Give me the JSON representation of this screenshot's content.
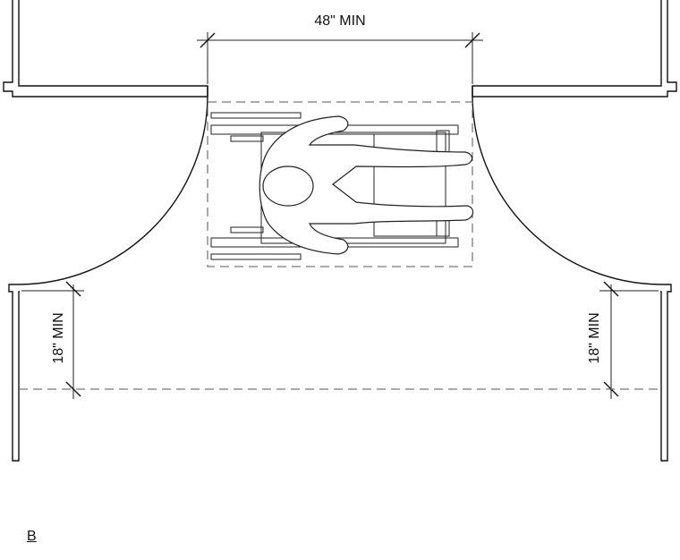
{
  "dimensions": {
    "top_clearance": "48\" MIN",
    "left_side_clearance": "18\" MIN",
    "right_side_clearance": "18\" MIN"
  },
  "figure_label": "B"
}
